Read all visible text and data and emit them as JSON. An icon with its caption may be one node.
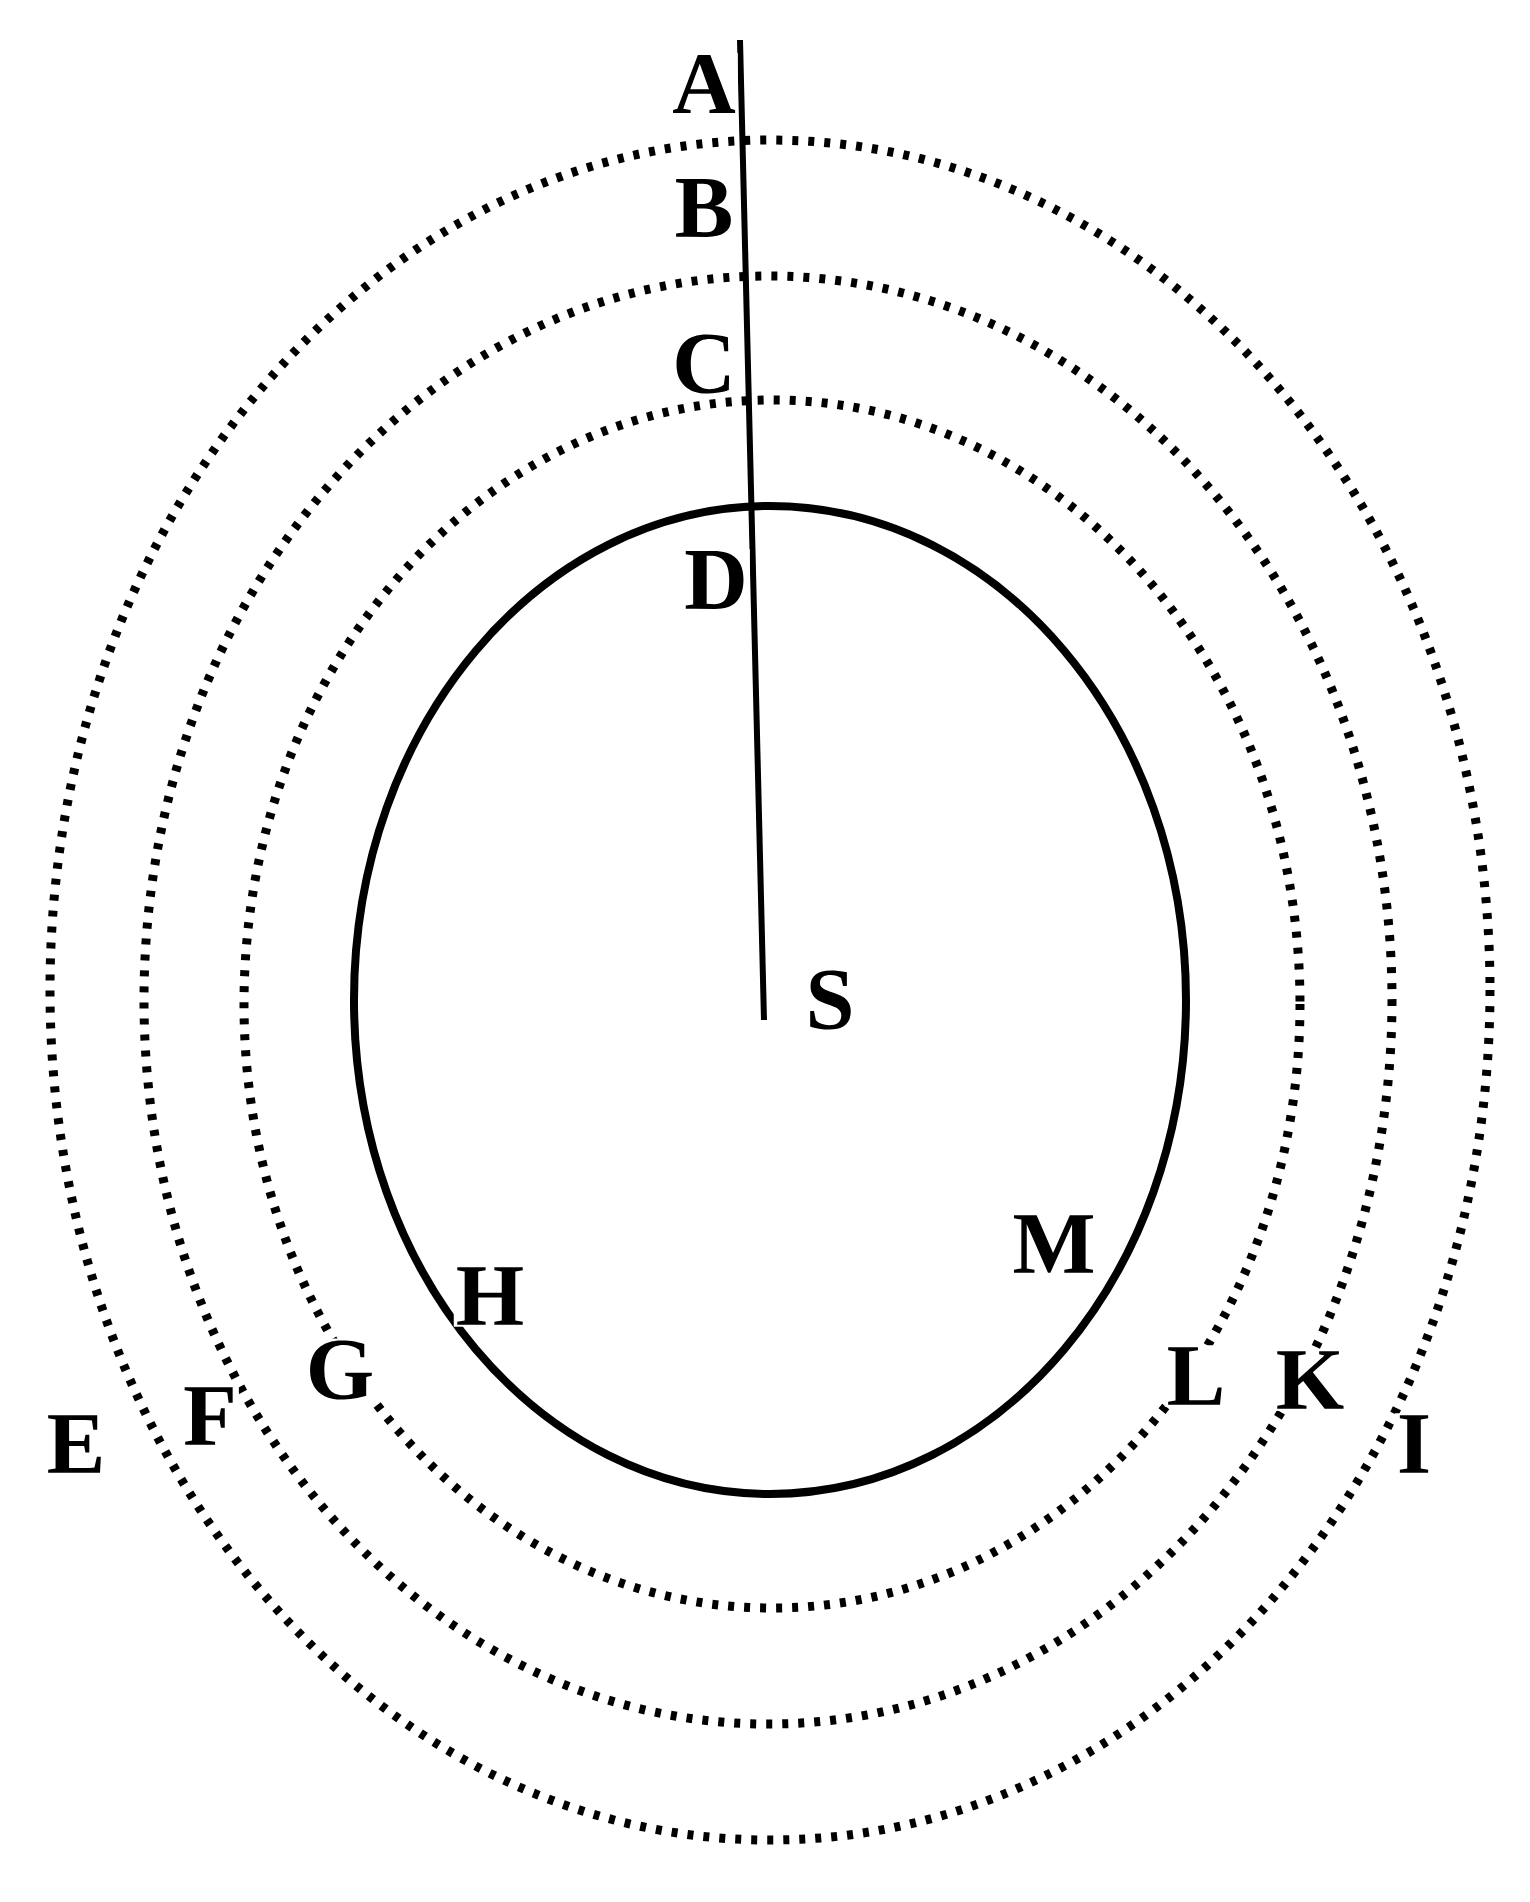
{
  "diagram": {
    "labels": [
      "A",
      "B",
      "C",
      "D",
      "S",
      "H",
      "M",
      "G",
      "L",
      "F",
      "K",
      "E",
      "I"
    ]
  }
}
